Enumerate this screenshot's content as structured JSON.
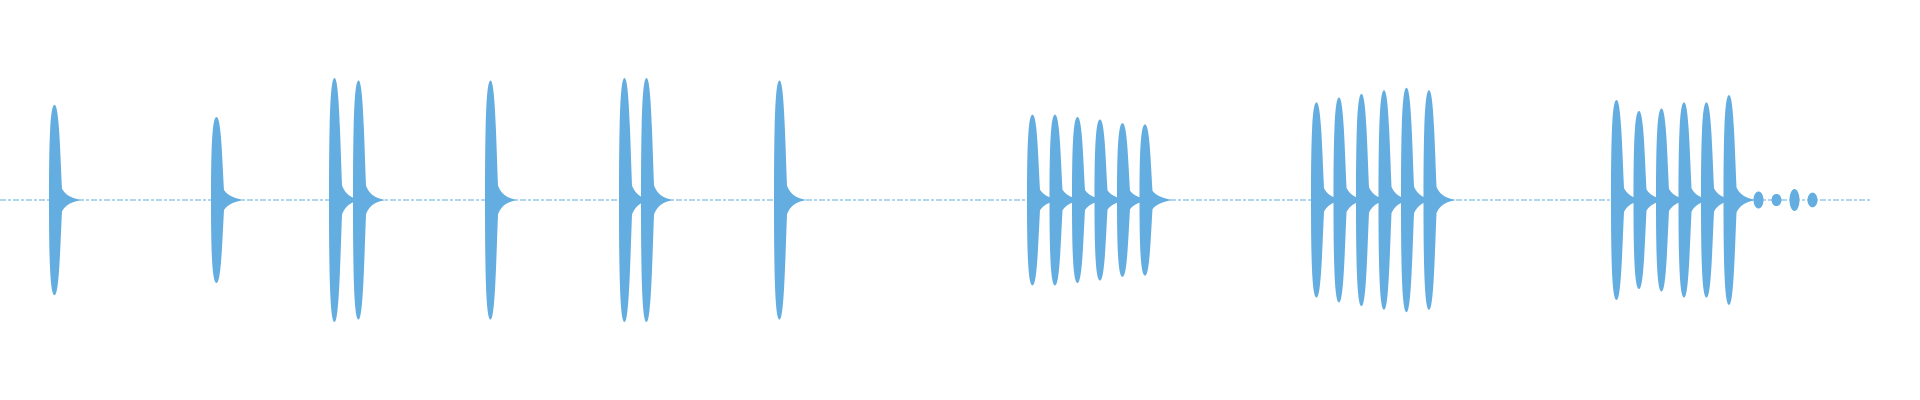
{
  "waveform": {
    "color": "#64ade0",
    "center_color": "#82bfe8",
    "background": "#ffffff",
    "bursts": [
      {
        "pulses": [
          {
            "a": 0.78
          }
        ]
      },
      {
        "pulses": [
          {
            "a": 0.68
          }
        ]
      },
      {
        "pulses": [
          {
            "a": 1.0
          },
          {
            "a": 0.98
          }
        ]
      },
      {
        "pulses": [
          {
            "a": 0.98
          }
        ]
      },
      {
        "pulses": [
          {
            "a": 1.0
          },
          {
            "a": 1.0
          }
        ]
      },
      {
        "pulses": [
          {
            "a": 0.98
          }
        ]
      },
      {
        "pulses": [
          {
            "a": 0.7
          },
          {
            "a": 0.7
          },
          {
            "a": 0.68
          },
          {
            "a": 0.66
          },
          {
            "a": 0.63
          },
          {
            "a": 0.62
          }
        ]
      },
      {
        "pulses": [
          {
            "a": 0.8
          },
          {
            "a": 0.84
          },
          {
            "a": 0.87
          },
          {
            "a": 0.9
          },
          {
            "a": 0.92
          },
          {
            "a": 0.9
          }
        ]
      },
      {
        "pulses": [
          {
            "a": 0.82
          },
          {
            "a": 0.73
          },
          {
            "a": 0.75
          },
          {
            "a": 0.8
          },
          {
            "a": 0.8
          },
          {
            "a": 0.86
          }
        ],
        "tail": [
          0.07,
          0.05,
          0.09,
          0.06
        ]
      }
    ]
  }
}
